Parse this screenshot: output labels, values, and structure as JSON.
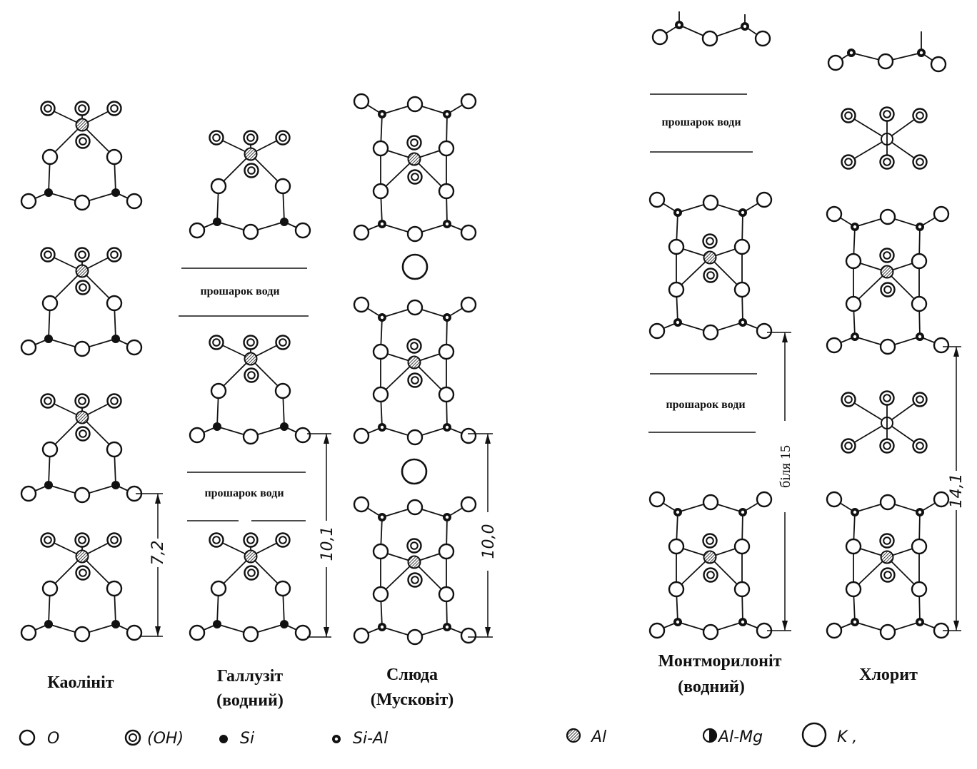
{
  "minerals": [
    {
      "id": "kaolinite",
      "name": "Каолініт",
      "sub": ""
    },
    {
      "id": "halloysite",
      "name": "Галлузіт",
      "sub": "(водний)"
    },
    {
      "id": "mica",
      "name": "Слюда",
      "sub": "(Мусковіт)"
    },
    {
      "id": "montmorillonite",
      "name": "Монтморилоніт",
      "sub": "(водний)"
    },
    {
      "id": "chlorite",
      "name": "Хлорит",
      "sub": ""
    }
  ],
  "water_layer_label": "прошарок води",
  "dimensions": {
    "kaolinite": "7,2",
    "halloysite": "10,1",
    "mica": "10,0",
    "montmorillonite": "біля 15",
    "chlorite": "14,1"
  },
  "legend": {
    "O": "O",
    "OH": "(OH)",
    "Si": "Si",
    "SiAl": "Si-Al",
    "Al": "Al",
    "AlMg": "Al-Mg",
    "K": "K ,"
  }
}
